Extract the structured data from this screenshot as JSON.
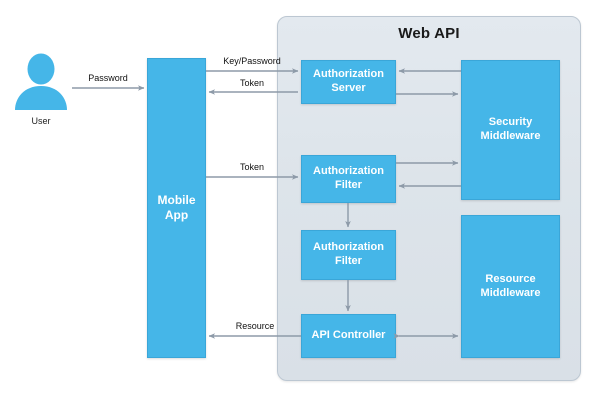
{
  "diagram": {
    "title": "Web API",
    "actor": {
      "icon": "user-avatar-icon",
      "caption": "User"
    },
    "nodes": {
      "mobile_app": "Mobile\nApp",
      "authorization_server": "Authorization\nServer",
      "authorization_filter_1": "Authorization\nFilter",
      "authorization_filter_2": "Authorization\nFilter",
      "api_controller": "API Controller",
      "security_middleware": "Security\nMiddleware",
      "resource_middleware": "Resource\nMiddleware"
    },
    "edge_labels": {
      "password": "Password",
      "key_password": "Key/Password",
      "token_down": "Token",
      "token_filter": "Token",
      "resource": "Resource"
    },
    "colors": {
      "node_fill": "#45b6e8",
      "node_border": "#3aa6d8",
      "panel_fill": "#dde4ea",
      "panel_border": "#bcc7d2",
      "arrow": "#8d9aa8",
      "actor": "#45b6e8",
      "text_on_node": "#ffffff",
      "text_dark": "#111111"
    }
  }
}
